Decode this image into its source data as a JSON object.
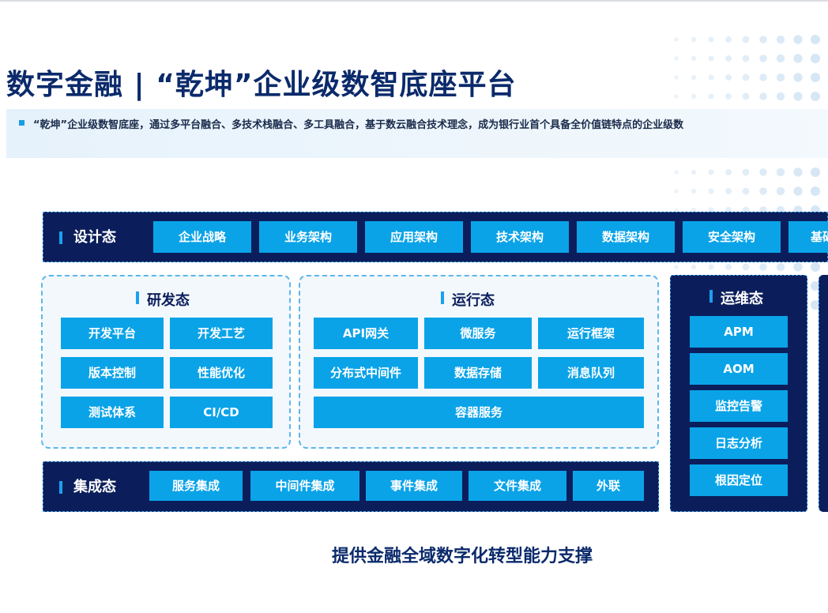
{
  "title": "数字金融 | “乾坤”企业级数智底座平台",
  "subtitle": "“乾坤”企业级数智底座，通过多平台融合、多技术栈融合、多工具融合，基于数云融合技术理念，成为银行业首个具备全价值链特点的企业级数",
  "design": {
    "label": "设计态",
    "items": [
      "企业战略",
      "业务架构",
      "应用架构",
      "技术架构",
      "数据架构",
      "安全架构",
      "基础"
    ]
  },
  "rd": {
    "label": "研发态",
    "items": [
      "开发平台",
      "开发工艺",
      "版本控制",
      "性能优化",
      "测试体系",
      "CI/CD"
    ]
  },
  "runtime": {
    "label": "运行态",
    "items": [
      "API网关",
      "微服务",
      "运行框架",
      "分布式中间件",
      "数据存储",
      "消息队列",
      "容器服务"
    ]
  },
  "ops": {
    "label": "运维态",
    "items": [
      "APM",
      "AOM",
      "监控告警",
      "日志分析",
      "根因定位"
    ]
  },
  "integration": {
    "label": "集成态",
    "items": [
      "服务集成",
      "中间件集成",
      "事件集成",
      "文件集成",
      "外联"
    ]
  },
  "footer": "提供金融全域数字化转型能力支撑",
  "colors": {
    "navy": "#0b1e5b",
    "accent": "#0aa3e8",
    "title": "#0b2a6b",
    "panel_bg": "#f3f8fc"
  }
}
